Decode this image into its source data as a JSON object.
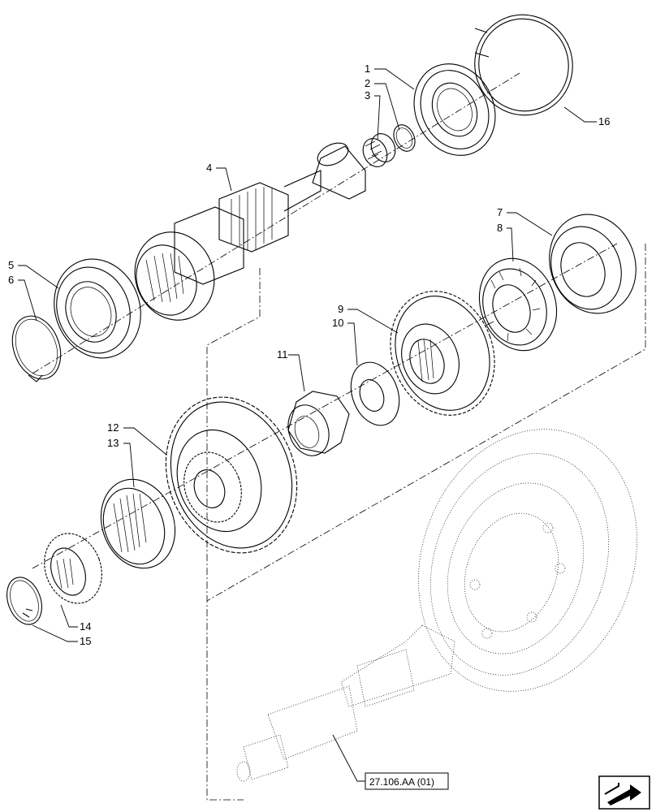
{
  "callouts": [
    {
      "id": "c1",
      "text": "1"
    },
    {
      "id": "c2",
      "text": "2"
    },
    {
      "id": "c3",
      "text": "3"
    },
    {
      "id": "c4",
      "text": "4"
    },
    {
      "id": "c5",
      "text": "5"
    },
    {
      "id": "c6",
      "text": "6"
    },
    {
      "id": "c7",
      "text": "7"
    },
    {
      "id": "c8",
      "text": "8"
    },
    {
      "id": "c9",
      "text": "9"
    },
    {
      "id": "c10",
      "text": "10"
    },
    {
      "id": "c11",
      "text": "11"
    },
    {
      "id": "c12",
      "text": "12"
    },
    {
      "id": "c13",
      "text": "13"
    },
    {
      "id": "c14",
      "text": "14"
    },
    {
      "id": "c15",
      "text": "15"
    },
    {
      "id": "c16",
      "text": "16"
    }
  ],
  "reference_box": {
    "text": "27.106.AA (01)"
  },
  "nav_icon": {
    "name": "previous-page-arrow-icon"
  }
}
